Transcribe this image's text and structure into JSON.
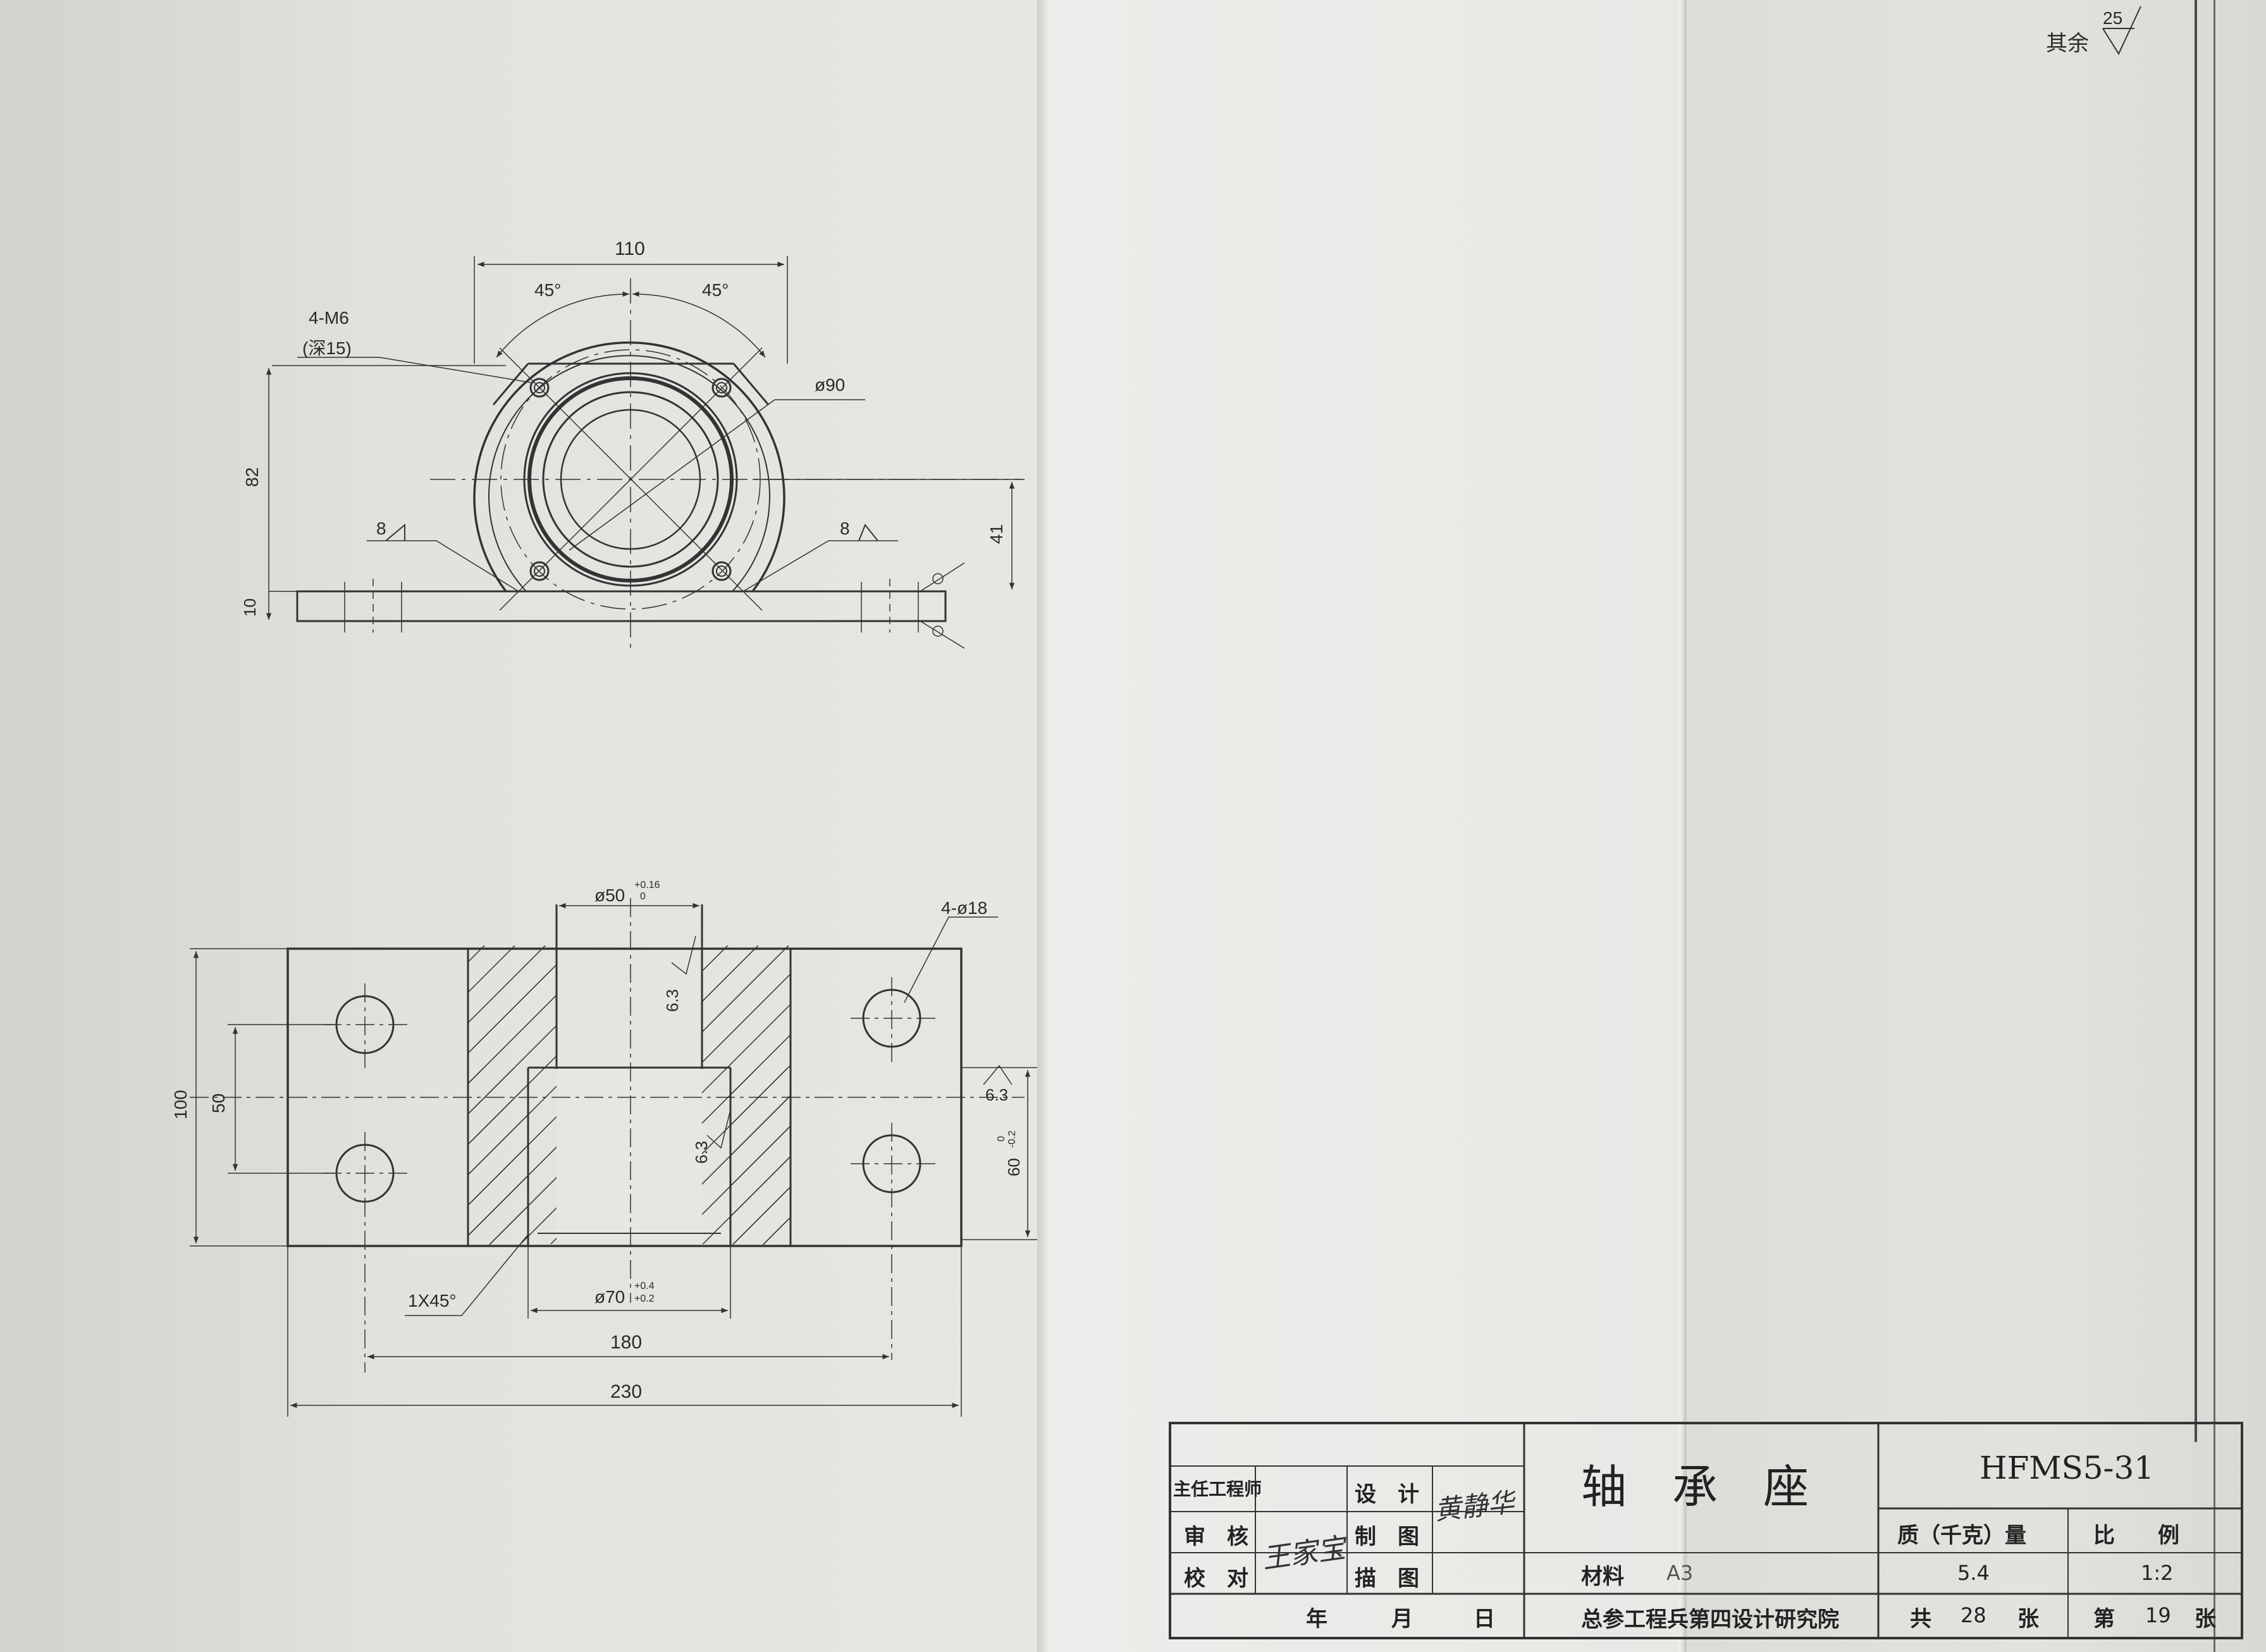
{
  "roughness": {
    "prefix": "其余",
    "value": "25"
  },
  "top_view": {
    "dim_width": "110",
    "angle_left": "45°",
    "angle_right": "45°",
    "thread_spec": "4-M6",
    "thread_depth": "(深15)",
    "dia_outer": "ø90",
    "dim_height_total": "82",
    "dim_base": "10",
    "dim_center": "41",
    "weld_left": "8",
    "weld_right": "8"
  },
  "front_view": {
    "bore_top": "ø50",
    "bore_top_tol_upper": "+0.16",
    "bore_top_tol_lower": "0",
    "bolt_holes": "4-ø18",
    "dim_height": "100",
    "dim_hole_spacing_v": "50",
    "rough_upper": "6.3",
    "rough_lower": "6.3",
    "rough_right": "6.3",
    "dim_step_height": "60",
    "dim_step_tol_upper": "0",
    "dim_step_tol_lower": "-0.2",
    "chamfer": "1X45°",
    "bore_bottom": "ø70",
    "bore_bottom_tol_upper": "+0.4",
    "bore_bottom_tol_lower": "+0.2",
    "dim_hole_spacing_h": "180",
    "dim_length": "230"
  },
  "title_block": {
    "title": "轴　承　座",
    "drawing_no": "HFMS5-31",
    "chief_engineer_label": "主任工程师",
    "reviewer_label": "审　核",
    "checker_label": "校　对",
    "design_label": "设　计",
    "drafting_label": "制　图",
    "tracing_label": "描　图",
    "reviewer_signature": "王家宝",
    "designer_signature": "黄静华",
    "mass_label": "质（千克）量",
    "scale_label": "比　　例",
    "mass_value": "5.4",
    "scale_value": "1:2",
    "material_label": "材料",
    "material_value": "A3",
    "date_year": "年",
    "date_month": "月",
    "date_day": "日",
    "organization": "总参工程兵第四设计研究院",
    "sheets_total_label": "共",
    "sheets_total": "28",
    "sheet_unit": "张",
    "sheet_no_label": "第",
    "sheet_no": "19",
    "sheet_no_unit": "张"
  }
}
